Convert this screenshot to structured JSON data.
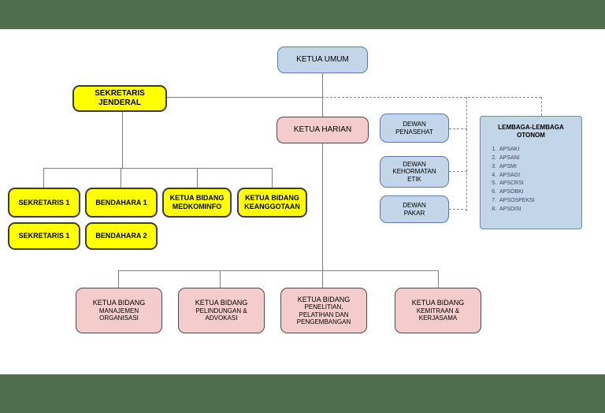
{
  "theme": {
    "band_color": "#4e6e4d",
    "canvas_color": "#ffffff",
    "blue_fill": "#c3d5e8",
    "yellow_fill": "#ffff00",
    "pink_fill": "#f4cccc",
    "line_color": "#808080"
  },
  "chart": {
    "root": {
      "label": "KETUA UMUM"
    },
    "secretary_general": {
      "label": "SEKRETARIS\nJENDERAL"
    },
    "daily_chair": {
      "label": "KETUA HARIAN"
    },
    "councils": [
      {
        "label": "DEWAN\nPENASEHAT"
      },
      {
        "label": "DEWAN\nKEHORMATAN\nETIK"
      },
      {
        "label": "DEWAN\nPAKAR"
      }
    ],
    "secretariat_row_1": [
      {
        "label": "SEKRETARIS 1"
      },
      {
        "label": "BENDAHARA 1"
      },
      {
        "label": "KETUA BIDANG\nMEDKOMINFO"
      },
      {
        "label": "KETUA BIDANG\nKEANGGOTAAN"
      }
    ],
    "secretariat_row_2": [
      {
        "label": "SEKRETARIS 1"
      },
      {
        "label": "BENDAHARA 2"
      }
    ],
    "divisions": [
      {
        "line1": "KETUA BIDANG",
        "line2": "MANAJEMEN\nORGANISASI"
      },
      {
        "line1": "KETUA BIDANG",
        "line2": "PELINDUNGAN &\nADVOKASI"
      },
      {
        "line1": "KETUA BIDANG",
        "line2": "PENELITIAN,\nPELATIHAN DAN\nPENGEMBANGAN"
      },
      {
        "line1": "KETUA BIDANG",
        "line2": "KEMITRAAN &\nKERJASAMA"
      }
    ],
    "autonomous": {
      "title": "LEMBAGA-LEMBAGA\nOTONOM",
      "items": [
        "APSAKI",
        "APSANI",
        "APSMI",
        "APSAGI",
        "APSCRSI",
        "APSOBKI",
        "APSOSPEKSI",
        "APSDISI"
      ]
    }
  }
}
